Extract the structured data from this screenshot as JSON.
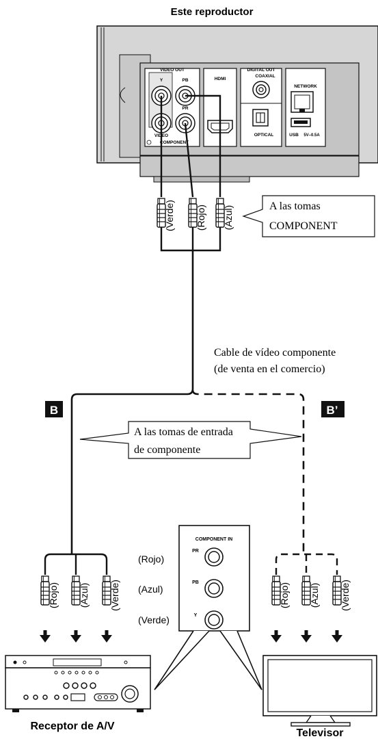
{
  "player": {
    "title": "Este reproductor"
  },
  "panel": {
    "video_out": "VIDEO OUT",
    "y": "Y",
    "pb": "PB",
    "pr": "PR",
    "video": "VIDEO",
    "component": "COMPONENT",
    "hdmi": "HDMI",
    "digital_out": "DIGITAL OUT",
    "coaxial": "COAXIAL",
    "optical": "OPTICAL",
    "network": "NETWORK",
    "usb": "USB",
    "usb_rating": "5V–0.5A"
  },
  "top_cable": {
    "labels": [
      "(Verde)",
      "(Rojo)",
      "(Azul)"
    ],
    "callout": [
      "A las tomas",
      "COMPONENT"
    ]
  },
  "cable_caption": [
    "Cable de vídeo componente",
    "(de venta en el comercio)"
  ],
  "badges": {
    "left": "B",
    "right": "B’"
  },
  "input_callout": [
    "A las tomas de entrada",
    "de componente"
  ],
  "component_in": {
    "title": "COMPONENT IN",
    "jacks": [
      {
        "port": "PR",
        "color": "(Rojo)"
      },
      {
        "port": "PB",
        "color": "(Azul)"
      },
      {
        "port": "Y",
        "color": "(Verde)"
      }
    ]
  },
  "receiver_plugs": [
    "(Rojo)",
    "(Azul)",
    "(Verde)"
  ],
  "tv_plugs": [
    "(Rojo)",
    "(Azul)",
    "(Verde)"
  ],
  "devices": {
    "receiver": "Receptor de A/V",
    "tv": "Televisor"
  }
}
